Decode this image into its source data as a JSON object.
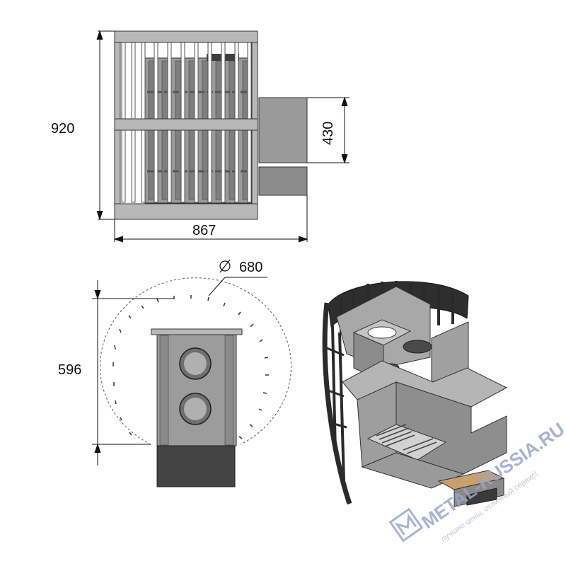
{
  "dimensions": {
    "height": "920",
    "width": "867",
    "flue_height": "430",
    "diameter": "680",
    "depth": "596"
  },
  "watermark": {
    "brand": "METAL-RUSSIA.RU",
    "slogan": "лучшие цены, отличный сервис!"
  },
  "colors": {
    "metal_dark": "#4a4a4a",
    "metal_mid": "#8c8c8c",
    "metal_light": "#b8b8b8",
    "line": "#111111",
    "watermark": "#9aa6c8"
  }
}
